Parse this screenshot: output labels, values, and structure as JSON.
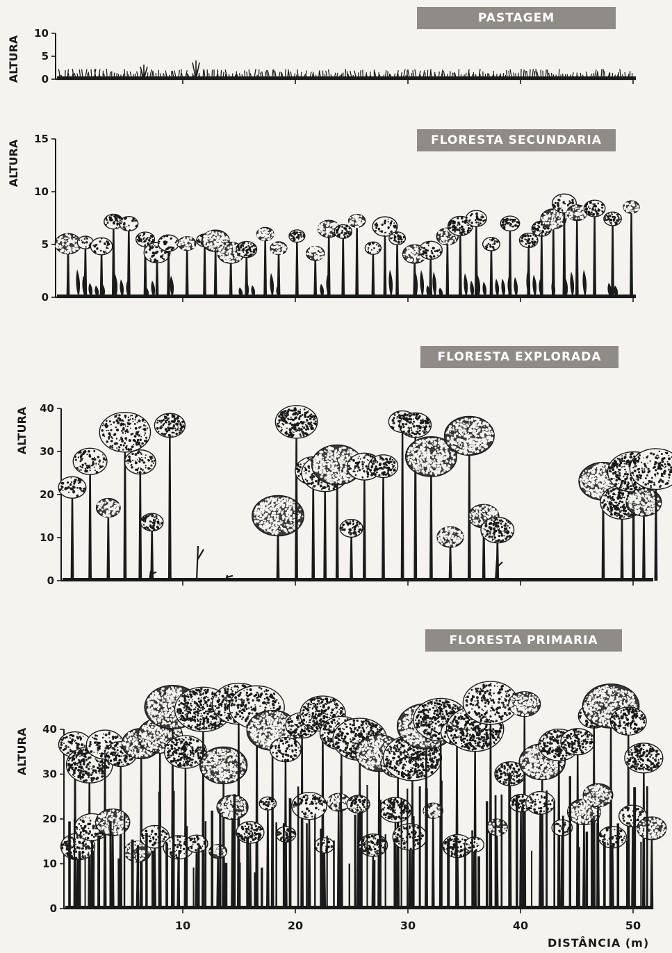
{
  "panels": [
    {
      "title": "PASTAGEM",
      "ylabel": "ALTURA",
      "yticks": [
        "0",
        "5",
        "10"
      ],
      "vegetation": "grass"
    },
    {
      "title": "FLORESTA SECUNDARIA",
      "ylabel": "ALTURA",
      "yticks": [
        "0",
        "5",
        "10",
        "15"
      ],
      "vegetation": "young-trees-and-shrubs"
    },
    {
      "title": "FLORESTA EXPLORADA",
      "ylabel": "ALTURA",
      "yticks": [
        "0",
        "10",
        "20",
        "30",
        "40"
      ],
      "vegetation": "logged-forest-with-gaps"
    },
    {
      "title": "FLORESTA PRIMARIA",
      "ylabel": "ALTURA",
      "yticks": [
        "0",
        "10",
        "20",
        "30",
        "40"
      ],
      "vegetation": "dense-tall-canopy"
    }
  ],
  "xaxis": {
    "label": "DISTÂNCIA (m)",
    "ticks": [
      "10",
      "20",
      "30",
      "40",
      "50"
    ]
  },
  "colors": {
    "ink": "#1a1a1a",
    "label_bg": "#8f8b87",
    "label_text": "#ffffff",
    "paper": "#f4f3ef"
  }
}
